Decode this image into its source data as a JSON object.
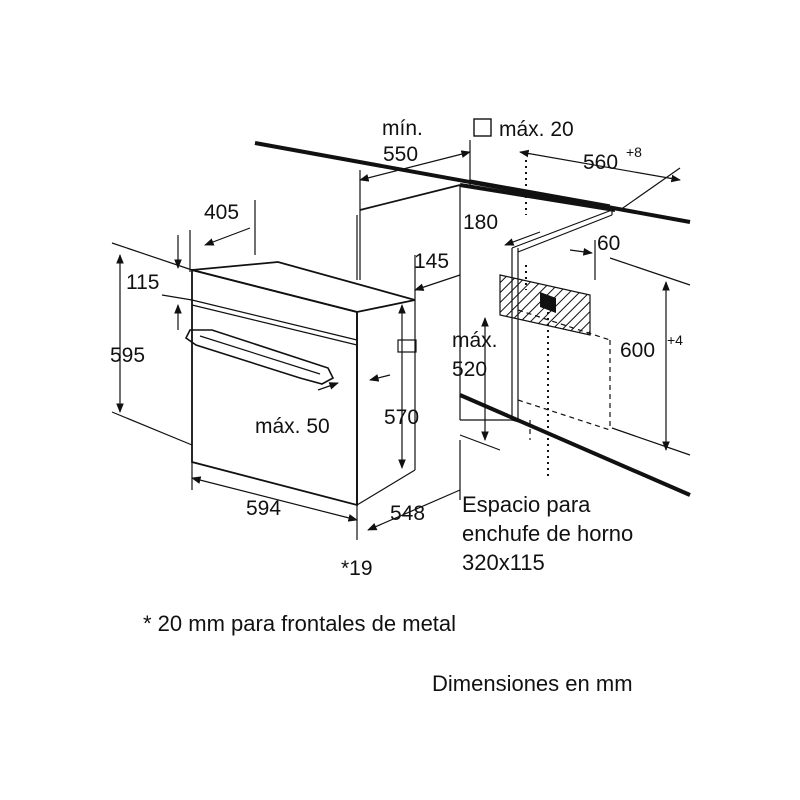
{
  "labels": {
    "min_label": "mín.",
    "depth_550": "550",
    "max20": "máx. 20",
    "width_560": "560",
    "width_560_sup": "+8",
    "dim_405": "405",
    "dim_180": "180",
    "dim_60": "60",
    "dim_145": "145",
    "dim_115": "115",
    "dim_595": "595",
    "height_600": "600",
    "height_600_sup": "+4",
    "max_label": "máx.",
    "dim_520": "520",
    "dim_570": "570",
    "max50": "máx. 50",
    "dim_594": "594",
    "dim_548": "548",
    "dim_19": "*19"
  },
  "notes": {
    "socket_line1": "Espacio para",
    "socket_line2": "enchufe de horno",
    "socket_line3": "320x115",
    "metal_front": "* 20 mm para frontales de metal",
    "units": "Dimensiones en mm"
  }
}
